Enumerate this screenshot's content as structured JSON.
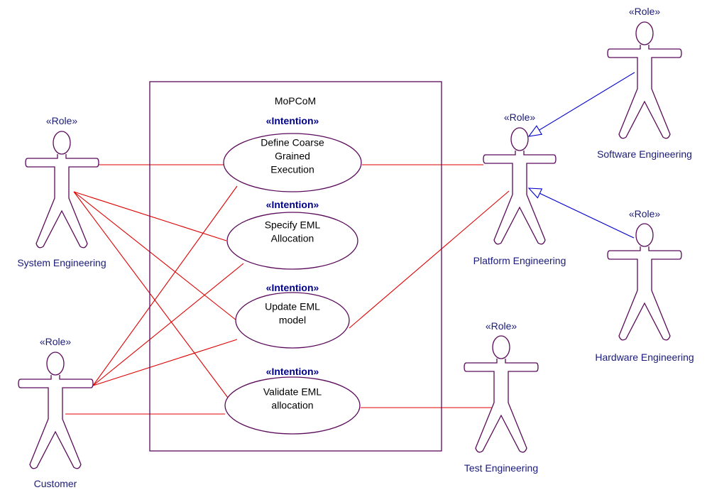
{
  "system": {
    "name": "MoPCoM"
  },
  "actors": [
    {
      "id": "system-engineering",
      "stereotype": "«Role»",
      "name": "System Engineering"
    },
    {
      "id": "customer",
      "stereotype": "«Role»",
      "name": "Customer"
    },
    {
      "id": "platform-engineering",
      "stereotype": "«Role»",
      "name": "Platform Engineering"
    },
    {
      "id": "software-engineering",
      "stereotype": "«Role»",
      "name": "Software Engineering"
    },
    {
      "id": "hardware-engineering",
      "stereotype": "«Role»",
      "name": "Hardware Engineering"
    },
    {
      "id": "test-engineering",
      "stereotype": "«Role»",
      "name": "Test Engineering"
    }
  ],
  "use_cases": [
    {
      "id": "define-coarse",
      "stereotype": "«Intention»",
      "lines": [
        "Define Coarse",
        "Grained",
        "Execution"
      ]
    },
    {
      "id": "specify-eml",
      "stereotype": "«Intention»",
      "lines": [
        "Specify EML",
        "Allocation"
      ]
    },
    {
      "id": "update-eml",
      "stereotype": "«Intention»",
      "lines": [
        "Update EML",
        "model"
      ]
    },
    {
      "id": "validate-eml",
      "stereotype": "«Intention»",
      "lines": [
        "Validate EML",
        "allocation"
      ]
    }
  ],
  "associations": [
    [
      "system-engineering",
      "define-coarse"
    ],
    [
      "system-engineering",
      "specify-eml"
    ],
    [
      "system-engineering",
      "update-eml"
    ],
    [
      "system-engineering",
      "validate-eml"
    ],
    [
      "customer",
      "define-coarse"
    ],
    [
      "customer",
      "specify-eml"
    ],
    [
      "customer",
      "update-eml"
    ],
    [
      "customer",
      "validate-eml"
    ],
    [
      "platform-engineering",
      "define-coarse"
    ],
    [
      "platform-engineering",
      "update-eml"
    ],
    [
      "test-engineering",
      "validate-eml"
    ]
  ],
  "generalizations": [
    [
      "software-engineering",
      "platform-engineering"
    ],
    [
      "hardware-engineering",
      "platform-engineering"
    ]
  ],
  "colors": {
    "actor_stroke": "#5a0a5a",
    "usecase_stroke": "#5a0a5a",
    "boundary_stroke": "#5a0a5a",
    "association": "#e00000",
    "generalization": "#0000cc",
    "label_text": "#1a1a7a",
    "stereotype_text": "#00008b"
  }
}
